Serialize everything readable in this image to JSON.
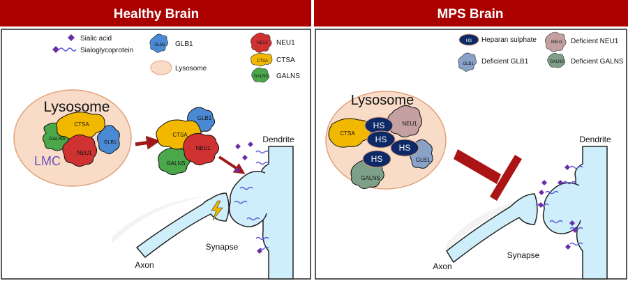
{
  "panels": {
    "left": {
      "title": "Healthy Brain"
    },
    "right": {
      "title": "MPS Brain"
    }
  },
  "legend_left": {
    "sialic_acid": "Sialic acid",
    "sialoglycoprotein": "Sialoglycoprotein",
    "glb1": "GLB1",
    "lysosome": "Lysosome",
    "neu1": "NEU1",
    "ctsa": "CTSA",
    "galns": "GALNS"
  },
  "legend_right": {
    "heparan": "Heparan sulphate",
    "deficient_neu1": "Deficient NEU1",
    "deficient_glb1": "Deficient GLB1",
    "deficient_galns": "Deficient GALNS"
  },
  "left": {
    "lysosome": "Lysosome",
    "lmc": "LMC",
    "ctsa": "CTSA",
    "galns": "GALNS",
    "neu1": "NEU1",
    "glb1": "GLB1",
    "dendrite": "Dendrite",
    "synapse": "Synapse",
    "axon": "Axon"
  },
  "right": {
    "lysosome": "Lysosome",
    "hs": "HS",
    "ctsa": "CTSA",
    "neu1": "NEU1",
    "glb1": "GLB1",
    "galns": "GALNS",
    "dendrite": "Dendrite",
    "synapse": "Synapse",
    "axon": "Axon"
  },
  "legend_icon_text": {
    "glb1": "GLB1",
    "neu1": "NEU1",
    "ctsa": "CTSA",
    "galns": "GALNS",
    "hs": "HS"
  },
  "colors": {
    "header_bg": "#aa0000",
    "glb1": "#4a8ad4",
    "neu1": "#d03232",
    "ctsa": "#f2b800",
    "galns": "#4aa84a",
    "lysosome": "#f8dcc8",
    "lysosome_stroke": "#e3a07a",
    "sialic": "#6a2fa8",
    "wavy": "#5a5ad8",
    "neuron": "#cdeefa",
    "hs_fill": "#0e2a66",
    "arrow": "#a01818",
    "lmc_text": "#6a50b8",
    "def_glb1": "#8aa2c8",
    "def_neu1": "#c4a0a0",
    "def_galns": "#7ea088"
  }
}
